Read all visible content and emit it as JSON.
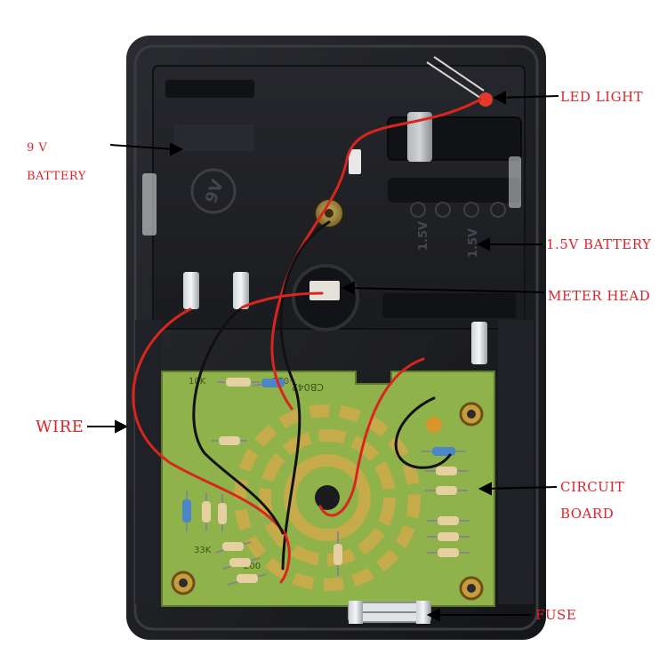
{
  "labels": {
    "led_light": "LED LIGHT",
    "nine_volt": "9 V",
    "battery": "BATTERY",
    "one_five_volt_battery": "1.5V BATTERY",
    "meter_head": "METER HEAD",
    "wire": "WIRE",
    "circuit": "CIRCUIT",
    "board": "BOARD",
    "fuse": "FUSE"
  },
  "board_markings": {
    "pcb_code": "CB042",
    "cell_mark_1": "1.5V",
    "cell_mark_2": "1.5V",
    "nine_v_mark": "9V",
    "resistor_a": "270",
    "resistor_b": "10K",
    "resistor_c": "33K",
    "resistor_d": "200"
  },
  "colors": {
    "label_red": "#e0242a",
    "case": "#1c1d21",
    "pcb": "#8fb24a",
    "pcb_trace": "#d8a94a",
    "wire_red": "#d8261e",
    "wire_black": "#111111"
  }
}
